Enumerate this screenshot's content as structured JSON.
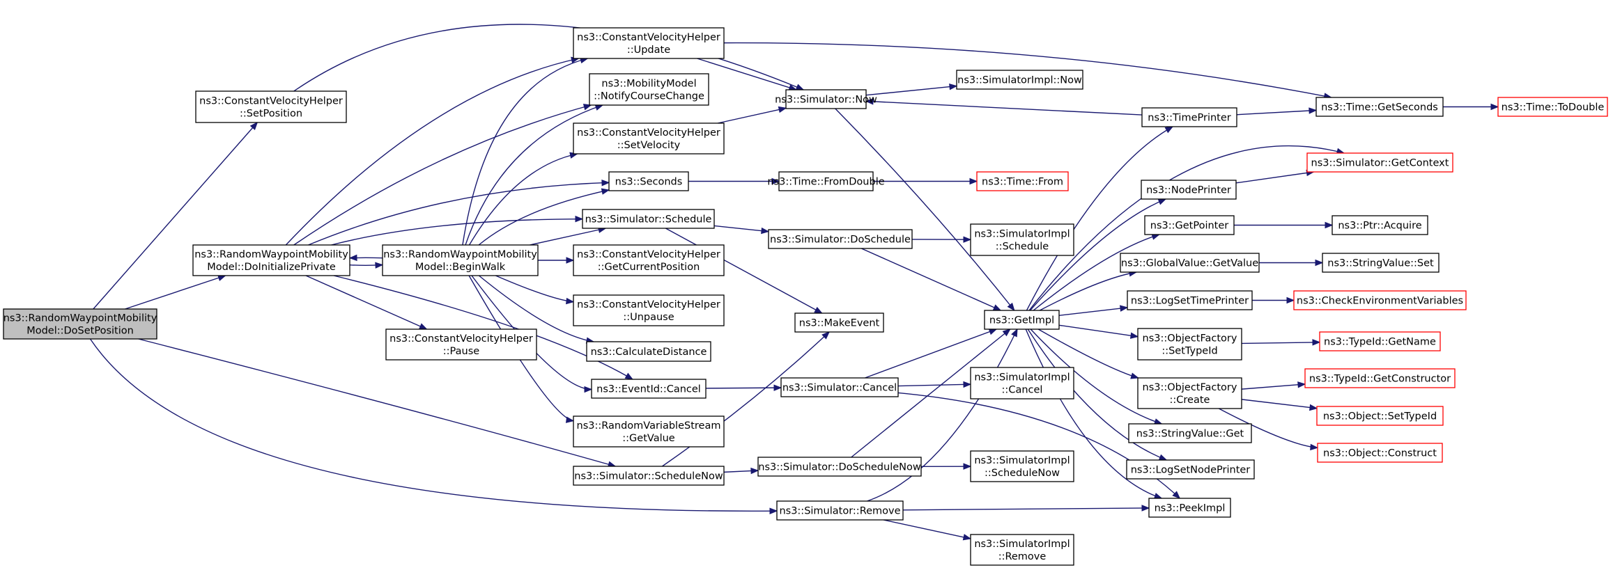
{
  "diagram": {
    "type": "call-graph",
    "colors": {
      "edge": "#191970",
      "root_fill": "#bfbfbf",
      "external_border": "#ff0000",
      "node_border": "#000000"
    },
    "nodes": [
      {
        "id": "doSetPosition",
        "lines": [
          "ns3::RandomWaypointMobility",
          "Model::DoSetPosition"
        ],
        "style": "root"
      },
      {
        "id": "cvhSetPosition",
        "lines": [
          "ns3::ConstantVelocityHelper",
          "::SetPosition"
        ]
      },
      {
        "id": "doInitPrivate",
        "lines": [
          "ns3::RandomWaypointMobility",
          "Model::DoInitializePrivate"
        ]
      },
      {
        "id": "cvhPause",
        "lines": [
          "ns3::ConstantVelocityHelper",
          "::Pause"
        ]
      },
      {
        "id": "beginWalk",
        "lines": [
          "ns3::RandomWaypointMobility",
          "Model::BeginWalk"
        ]
      },
      {
        "id": "cvhUpdate",
        "lines": [
          "ns3::ConstantVelocityHelper",
          "::Update"
        ]
      },
      {
        "id": "notifyCourse",
        "lines": [
          "ns3::MobilityModel",
          "::NotifyCourseChange"
        ]
      },
      {
        "id": "cvhSetVelocity",
        "lines": [
          "ns3::ConstantVelocityHelper",
          "::SetVelocity"
        ]
      },
      {
        "id": "seconds",
        "lines": [
          "ns3::Seconds"
        ]
      },
      {
        "id": "schedule",
        "lines": [
          "ns3::Simulator::Schedule"
        ]
      },
      {
        "id": "getCurPos",
        "lines": [
          "ns3::ConstantVelocityHelper",
          "::GetCurrentPosition"
        ]
      },
      {
        "id": "unpause",
        "lines": [
          "ns3::ConstantVelocityHelper",
          "::Unpause"
        ]
      },
      {
        "id": "calcDist",
        "lines": [
          "ns3::CalculateDistance"
        ]
      },
      {
        "id": "evCancel",
        "lines": [
          "ns3::EventId::Cancel"
        ]
      },
      {
        "id": "rvsGetValue",
        "lines": [
          "ns3::RandomVariableStream",
          "::GetValue"
        ]
      },
      {
        "id": "scheduleNow",
        "lines": [
          "ns3::Simulator::ScheduleNow"
        ]
      },
      {
        "id": "simNow",
        "lines": [
          "ns3::Simulator::Now"
        ]
      },
      {
        "id": "fromDouble",
        "lines": [
          "ns3::Time::FromDouble"
        ]
      },
      {
        "id": "doSchedule",
        "lines": [
          "ns3::Simulator::DoSchedule"
        ]
      },
      {
        "id": "makeEvent",
        "lines": [
          "ns3::MakeEvent"
        ]
      },
      {
        "id": "simCancel",
        "lines": [
          "ns3::Simulator::Cancel"
        ]
      },
      {
        "id": "doScheduleNow",
        "lines": [
          "ns3::Simulator::DoScheduleNow"
        ]
      },
      {
        "id": "simRemove",
        "lines": [
          "ns3::Simulator::Remove"
        ]
      },
      {
        "id": "implNow",
        "lines": [
          "ns3::SimulatorImpl::Now"
        ]
      },
      {
        "id": "timeFrom",
        "lines": [
          "ns3::Time::From"
        ],
        "style": "external"
      },
      {
        "id": "implSchedule",
        "lines": [
          "ns3::SimulatorImpl",
          "::Schedule"
        ]
      },
      {
        "id": "getImpl",
        "lines": [
          "ns3::GetImpl"
        ]
      },
      {
        "id": "implCancel",
        "lines": [
          "ns3::SimulatorImpl",
          "::Cancel"
        ]
      },
      {
        "id": "implScheduleNow",
        "lines": [
          "ns3::SimulatorImpl",
          "::ScheduleNow"
        ]
      },
      {
        "id": "implRemove",
        "lines": [
          "ns3::SimulatorImpl",
          "::Remove"
        ]
      },
      {
        "id": "timePrinter",
        "lines": [
          "ns3::TimePrinter"
        ]
      },
      {
        "id": "nodePrinter",
        "lines": [
          "ns3::NodePrinter"
        ]
      },
      {
        "id": "getPointer",
        "lines": [
          "ns3::GetPointer"
        ]
      },
      {
        "id": "gvGetValue",
        "lines": [
          "ns3::GlobalValue::GetValue"
        ]
      },
      {
        "id": "logSetTime",
        "lines": [
          "ns3::LogSetTimePrinter"
        ]
      },
      {
        "id": "ofSetTypeId",
        "lines": [
          "ns3::ObjectFactory",
          "::SetTypeId"
        ]
      },
      {
        "id": "ofCreate",
        "lines": [
          "ns3::ObjectFactory",
          "::Create"
        ]
      },
      {
        "id": "svGet",
        "lines": [
          "ns3::StringValue::Get"
        ]
      },
      {
        "id": "logSetNode",
        "lines": [
          "ns3::LogSetNodePrinter"
        ]
      },
      {
        "id": "peekImpl",
        "lines": [
          "ns3::PeekImpl"
        ]
      },
      {
        "id": "getSeconds",
        "lines": [
          "ns3::Time::GetSeconds"
        ]
      },
      {
        "id": "getContext",
        "lines": [
          "ns3::Simulator::GetContext"
        ],
        "style": "external"
      },
      {
        "id": "ptrAcquire",
        "lines": [
          "ns3::Ptr::Acquire"
        ]
      },
      {
        "id": "svSet",
        "lines": [
          "ns3::StringValue::Set"
        ]
      },
      {
        "id": "checkEnv",
        "lines": [
          "ns3::CheckEnvironmentVariables"
        ],
        "style": "external"
      },
      {
        "id": "typeGetName",
        "lines": [
          "ns3::TypeId::GetName"
        ],
        "style": "external"
      },
      {
        "id": "typeGetCtor",
        "lines": [
          "ns3::TypeId::GetConstructor"
        ],
        "style": "external"
      },
      {
        "id": "objSetTypeId",
        "lines": [
          "ns3::Object::SetTypeId"
        ],
        "style": "external"
      },
      {
        "id": "objConstruct",
        "lines": [
          "ns3::Object::Construct"
        ],
        "style": "external"
      },
      {
        "id": "toDouble",
        "lines": [
          "ns3::Time::ToDouble"
        ],
        "style": "external"
      }
    ],
    "edges": [
      [
        "doSetPosition",
        "cvhSetPosition"
      ],
      [
        "doSetPosition",
        "doInitPrivate"
      ],
      [
        "doSetPosition",
        "scheduleNow"
      ],
      [
        "doSetPosition",
        "simRemove"
      ],
      [
        "cvhSetPosition",
        "simNow"
      ],
      [
        "doInitPrivate",
        "cvhUpdate"
      ],
      [
        "doInitPrivate",
        "notifyCourse"
      ],
      [
        "doInitPrivate",
        "seconds"
      ],
      [
        "doInitPrivate",
        "schedule"
      ],
      [
        "doInitPrivate",
        "beginWalk"
      ],
      [
        "doInitPrivate",
        "cvhPause"
      ],
      [
        "doInitPrivate",
        "evCancel"
      ],
      [
        "beginWalk",
        "doInitPrivate"
      ],
      [
        "beginWalk",
        "cvhUpdate"
      ],
      [
        "beginWalk",
        "notifyCourse"
      ],
      [
        "beginWalk",
        "cvhSetVelocity"
      ],
      [
        "beginWalk",
        "seconds"
      ],
      [
        "beginWalk",
        "schedule"
      ],
      [
        "beginWalk",
        "getCurPos"
      ],
      [
        "beginWalk",
        "unpause"
      ],
      [
        "beginWalk",
        "calcDist"
      ],
      [
        "beginWalk",
        "evCancel"
      ],
      [
        "beginWalk",
        "rvsGetValue"
      ],
      [
        "cvhUpdate",
        "simNow"
      ],
      [
        "cvhUpdate",
        "getSeconds"
      ],
      [
        "cvhSetVelocity",
        "simNow"
      ],
      [
        "seconds",
        "fromDouble"
      ],
      [
        "schedule",
        "doSchedule"
      ],
      [
        "schedule",
        "makeEvent"
      ],
      [
        "evCancel",
        "simCancel"
      ],
      [
        "scheduleNow",
        "makeEvent"
      ],
      [
        "scheduleNow",
        "doScheduleNow"
      ],
      [
        "simNow",
        "implNow"
      ],
      [
        "simNow",
        "getImpl"
      ],
      [
        "fromDouble",
        "timeFrom"
      ],
      [
        "doSchedule",
        "implSchedule"
      ],
      [
        "doSchedule",
        "getImpl"
      ],
      [
        "simCancel",
        "implCancel"
      ],
      [
        "simCancel",
        "getImpl"
      ],
      [
        "simCancel",
        "peekImpl"
      ],
      [
        "doScheduleNow",
        "implScheduleNow"
      ],
      [
        "doScheduleNow",
        "getImpl"
      ],
      [
        "simRemove",
        "implRemove"
      ],
      [
        "simRemove",
        "getImpl"
      ],
      [
        "simRemove",
        "peekImpl"
      ],
      [
        "timePrinter",
        "simNow"
      ],
      [
        "timePrinter",
        "getSeconds"
      ],
      [
        "getImpl",
        "timePrinter"
      ],
      [
        "getImpl",
        "nodePrinter"
      ],
      [
        "getImpl",
        "getContext"
      ],
      [
        "getImpl",
        "getPointer"
      ],
      [
        "getImpl",
        "gvGetValue"
      ],
      [
        "getImpl",
        "logSetTime"
      ],
      [
        "getImpl",
        "ofSetTypeId"
      ],
      [
        "getImpl",
        "ofCreate"
      ],
      [
        "getImpl",
        "svGet"
      ],
      [
        "getImpl",
        "logSetNode"
      ],
      [
        "getImpl",
        "peekImpl"
      ],
      [
        "nodePrinter",
        "getContext"
      ],
      [
        "getPointer",
        "ptrAcquire"
      ],
      [
        "gvGetValue",
        "svSet"
      ],
      [
        "logSetTime",
        "checkEnv"
      ],
      [
        "ofSetTypeId",
        "typeGetName"
      ],
      [
        "ofCreate",
        "typeGetCtor"
      ],
      [
        "ofCreate",
        "objSetTypeId"
      ],
      [
        "ofCreate",
        "objConstruct"
      ],
      [
        "getSeconds",
        "toDouble"
      ]
    ]
  }
}
